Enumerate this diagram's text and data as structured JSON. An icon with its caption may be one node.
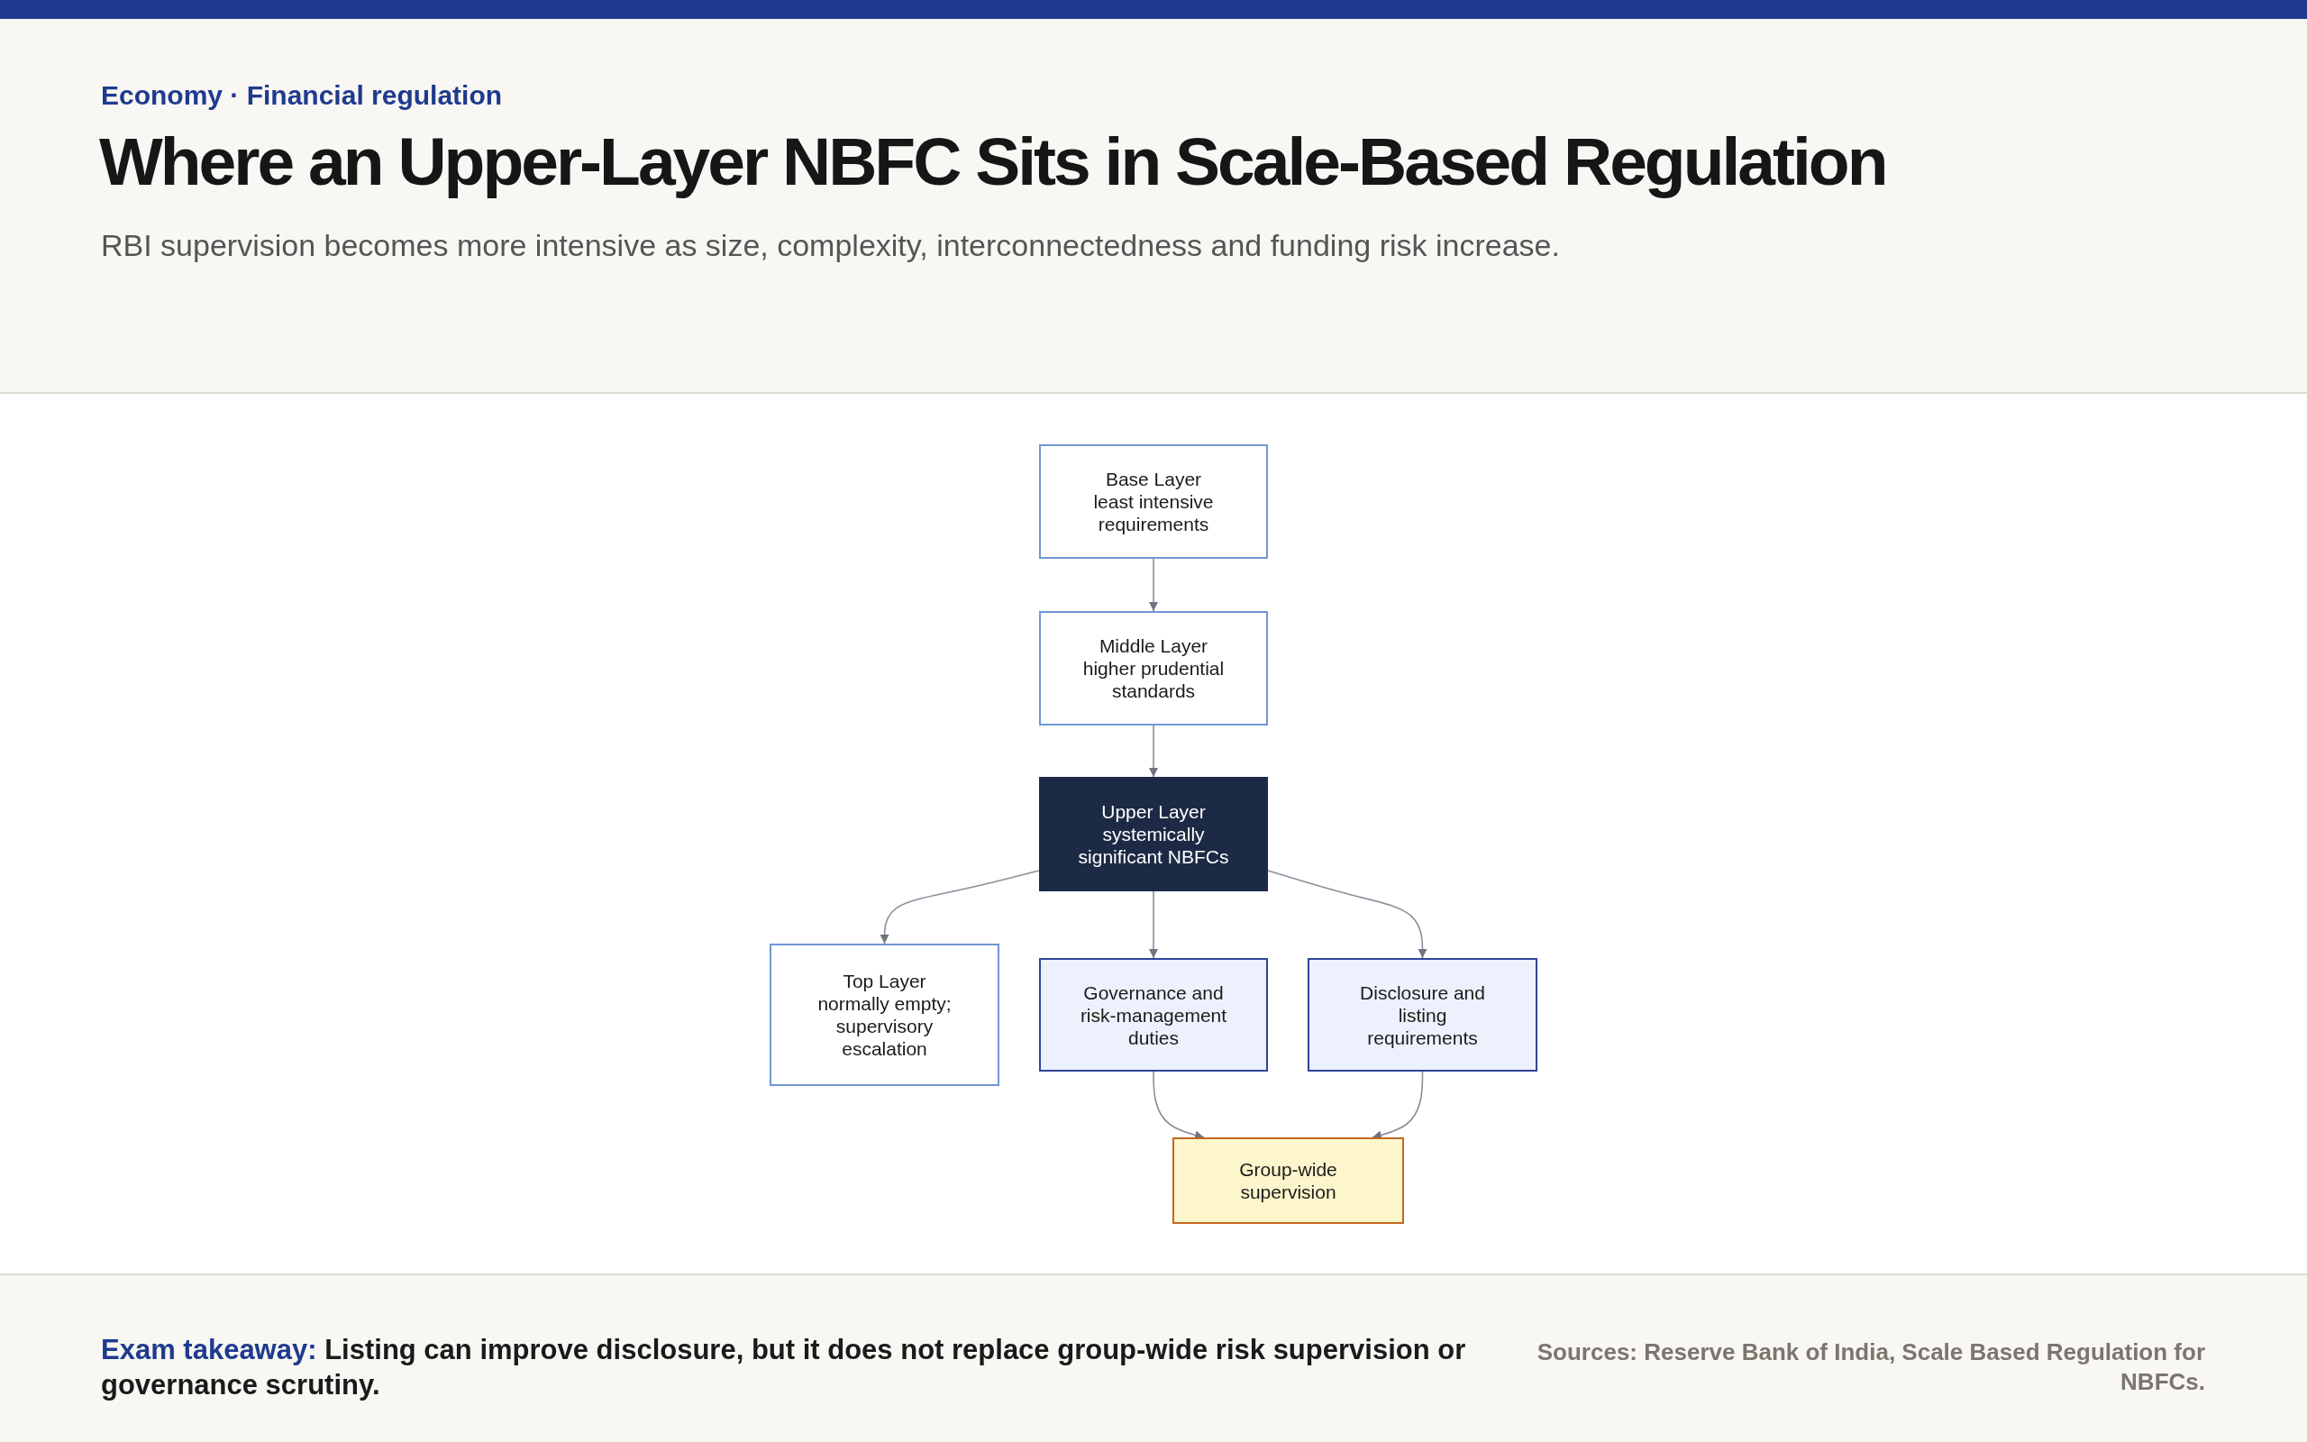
{
  "diagram": {
    "title": "Where an Upper-Layer NBFC Sits in Scale-Based Regulation",
    "nodes": [
      {
        "text": [
          "Base Layer",
          "least intensive requirements"
        ]
      },
      {
        "text": [
          "Middle Layer",
          "higher prudential standards"
        ]
      },
      {
        "text": [
          "Upper Layer",
          "systemically significant NBFCs"
        ]
      },
      {
        "text": [
          "Top Layer",
          "normally empty; supervisory escalation"
        ]
      },
      {
        "text": [
          "Governance and risk-management duties"
        ]
      },
      {
        "text": [
          "Disclosure and listing requirements"
        ]
      },
      {
        "text": [
          "Group-wide supervision"
        ]
      }
    ],
    "edges": [
      {
        "from": 0,
        "to": 1,
        "arrow": "to"
      },
      {
        "from": 1,
        "to": 2,
        "arrow": "to"
      },
      {
        "from": 2,
        "to": 3,
        "arrow": "to"
      },
      {
        "from": 2,
        "to": 4,
        "arrow": "to"
      },
      {
        "from": 2,
        "to": 5,
        "arrow": "to"
      },
      {
        "from": 4,
        "to": 6,
        "arrow": "to"
      },
      {
        "from": 5,
        "to": 6,
        "arrow": "to"
      }
    ],
    "labels": [
      "Economy · Financial regulation",
      "RBI supervision becomes more intensive as size, complexity, interconnectedness and funding risk increase.",
      "**Exam takeaway:** Listing can improve disclosure, but it does not replace group-wide risk supervision or governance scrutiny.",
      "Sources: Reserve Bank of India, Scale Based Regulation for NBFCs."
    ]
  }
}
